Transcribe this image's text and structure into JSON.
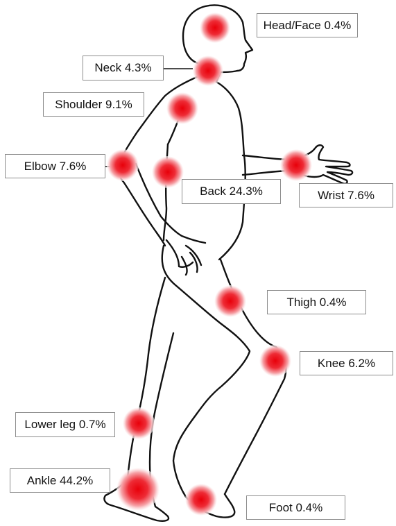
{
  "colors": {
    "hotspot_center": "#e8000a",
    "hotspot_edge": "#ffffff",
    "outline": "#111111",
    "label_border": "#8c8c8c"
  },
  "labels": {
    "head_face": "Head/Face 0.4%",
    "neck": "Neck 4.3%",
    "shoulder": "Shoulder 9.1%",
    "elbow": "Elbow 7.6%",
    "back": "Back 24.3%",
    "wrist": "Wrist 7.6%",
    "thigh": "Thigh 0.4%",
    "knee": "Knee 6.2%",
    "lower_leg": "Lower leg 0.7%",
    "ankle": "Ankle 44.2%",
    "foot": "Foot 0.4%"
  },
  "chart_data": {
    "type": "body-map",
    "series": [
      {
        "region": "Head/Face",
        "percent": 0.4
      },
      {
        "region": "Neck",
        "percent": 4.3
      },
      {
        "region": "Shoulder",
        "percent": 9.1
      },
      {
        "region": "Elbow",
        "percent": 7.6
      },
      {
        "region": "Back",
        "percent": 24.3
      },
      {
        "region": "Wrist",
        "percent": 7.6
      },
      {
        "region": "Thigh",
        "percent": 0.4
      },
      {
        "region": "Knee",
        "percent": 6.2
      },
      {
        "region": "Lower leg",
        "percent": 0.7
      },
      {
        "region": "Ankle",
        "percent": 44.2
      },
      {
        "region": "Foot",
        "percent": 0.4
      }
    ]
  }
}
